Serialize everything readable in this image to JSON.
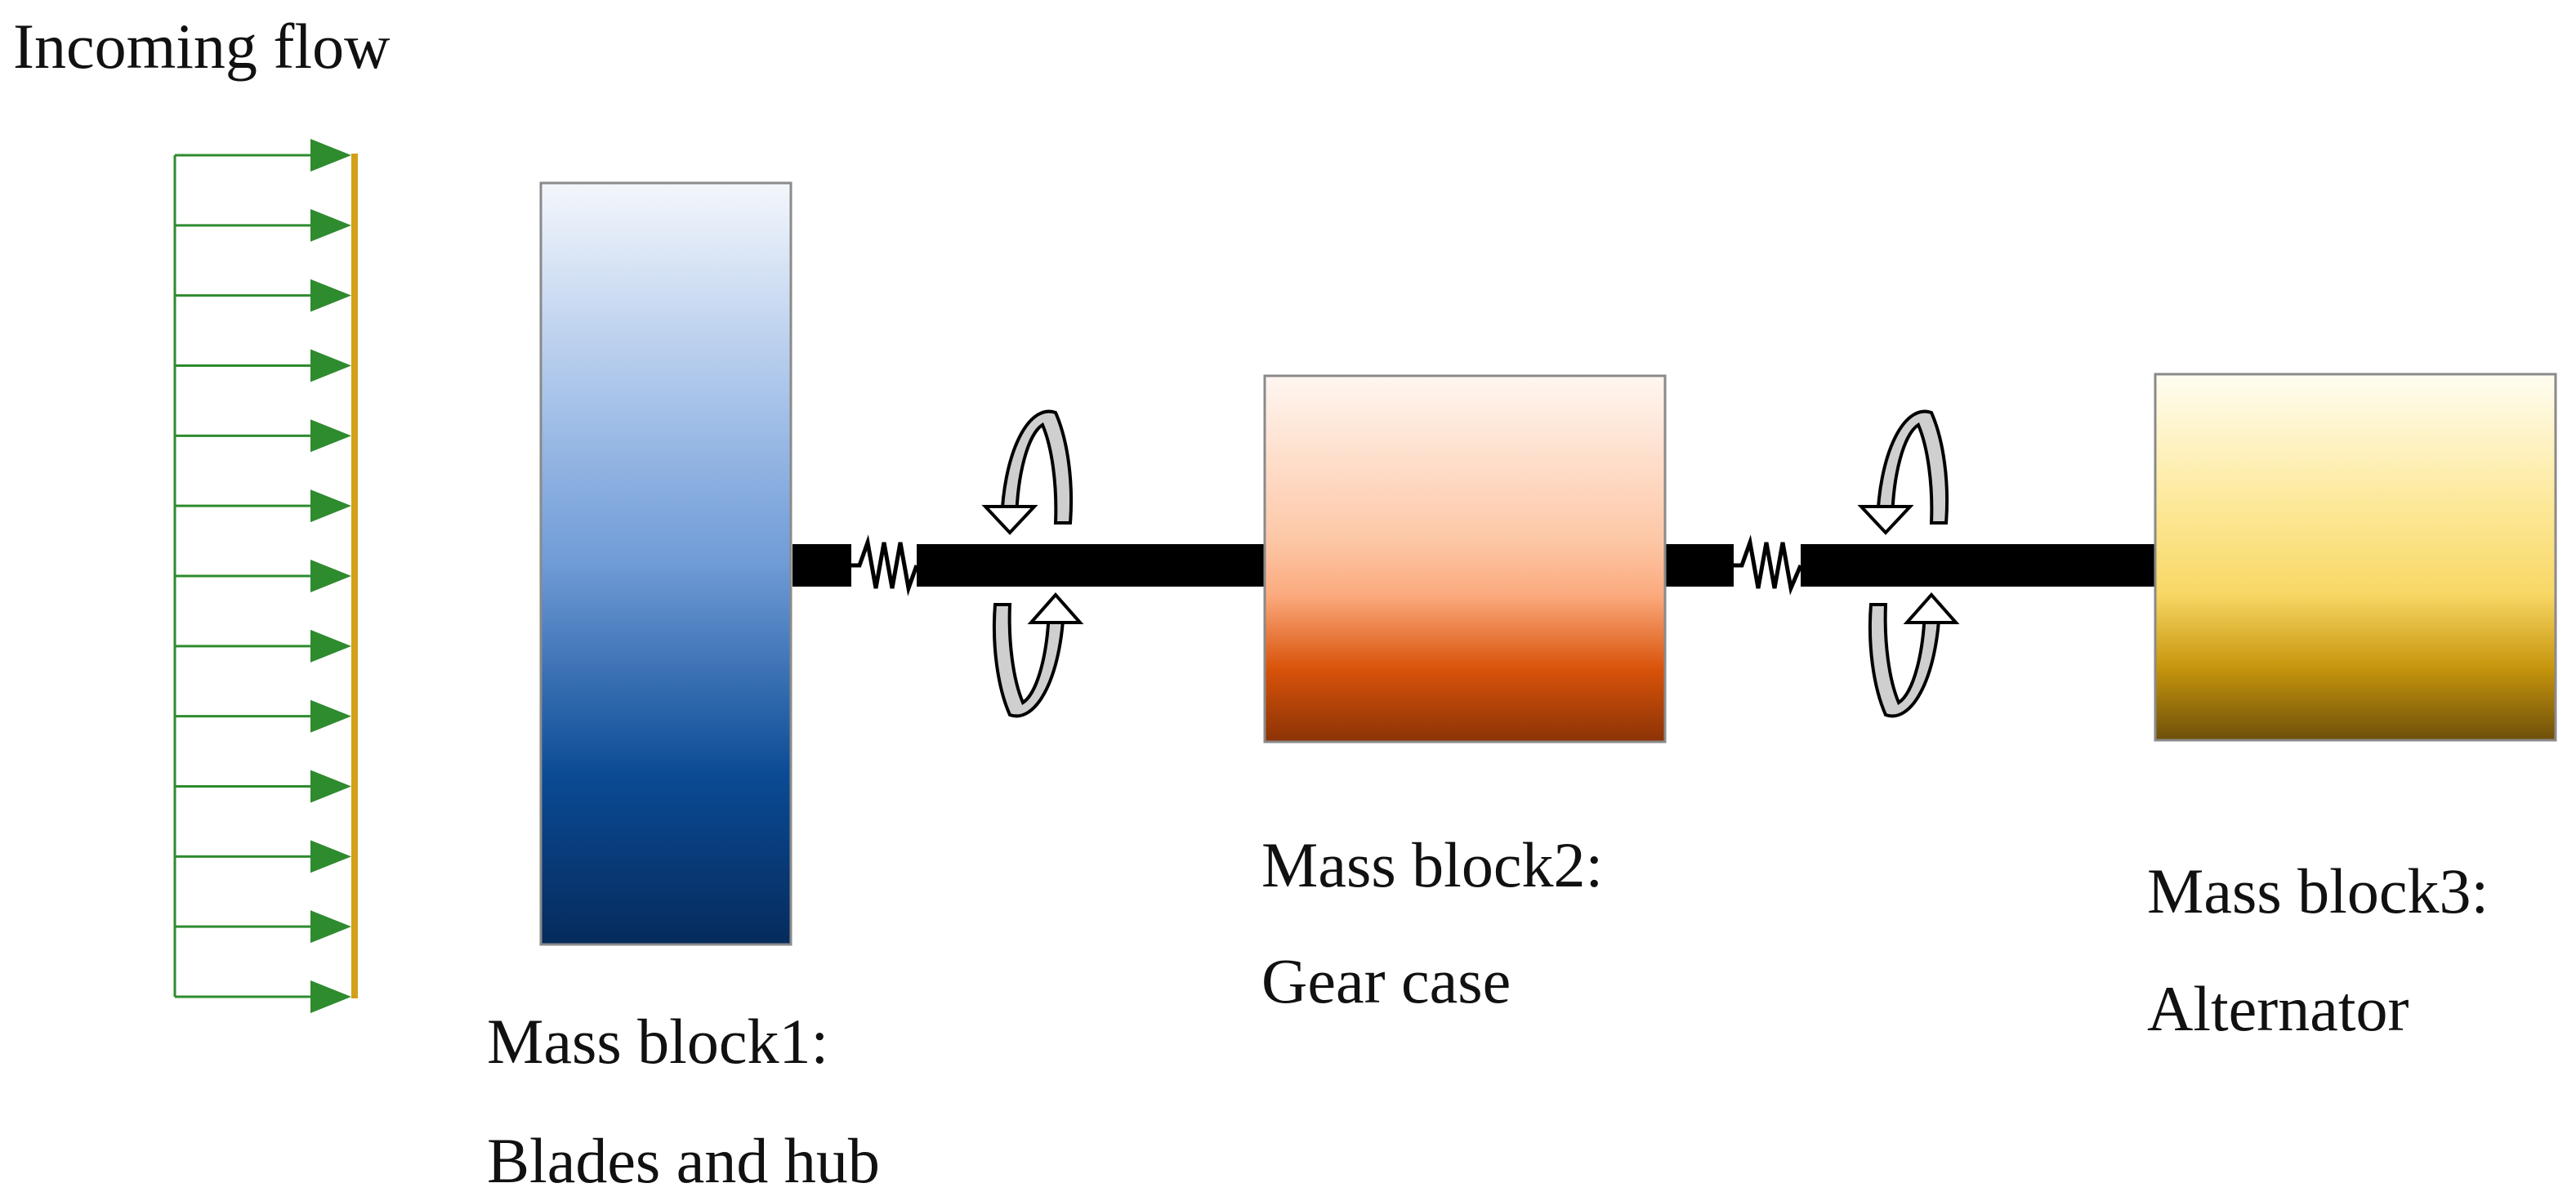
{
  "title": "Incoming flow",
  "flow": {
    "arrow_count": 13,
    "arrow_color": "#2e8b2e",
    "wall_color": "#d4a017"
  },
  "blocks": [
    {
      "name": "Mass block1:",
      "desc": "Blades and hub",
      "gradient": [
        "#f4f7fc",
        "#a3c0e8",
        "#6f9bd6",
        "#0a4a94",
        "#062b5c"
      ]
    },
    {
      "name": "Mass block2:",
      "desc": "Gear case",
      "gradient": [
        "#fff6f1",
        "#fdc7a6",
        "#fbaa7e",
        "#d9530a",
        "#8b3306"
      ]
    },
    {
      "name": "Mass block3:",
      "desc": "Alternator",
      "gradient": [
        "#fffdf2",
        "#fde99a",
        "#f8d765",
        "#c7960d",
        "#6e4f0a"
      ]
    }
  ],
  "colors": {
    "shaft": "#000000",
    "rotation_arrow_fill": "#cfcfcf",
    "rotation_arrow_stroke": "#000000"
  }
}
